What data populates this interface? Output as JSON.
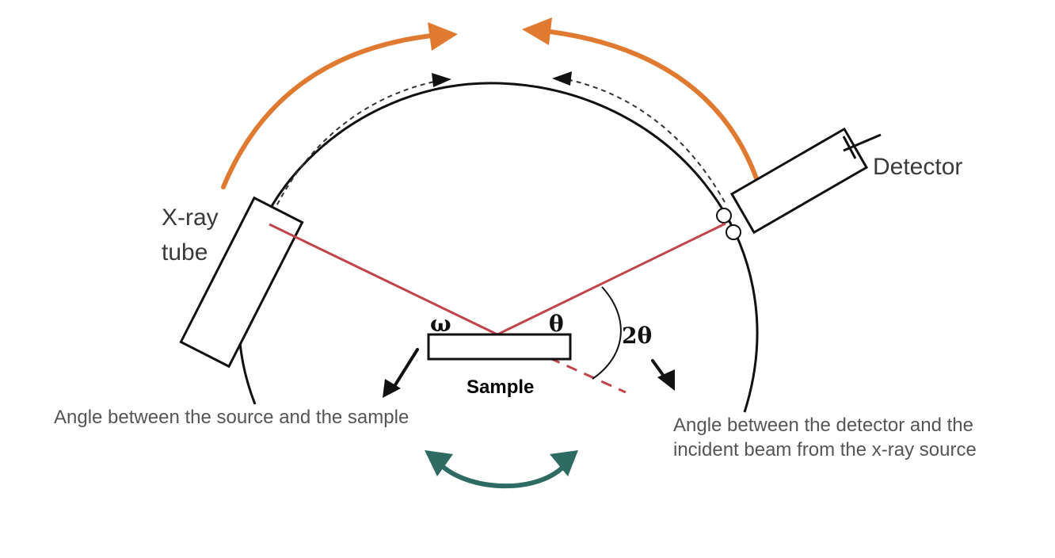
{
  "labels": {
    "xray_tube_line1": "X-ray",
    "xray_tube_line2": "tube",
    "detector": "Detector",
    "omega": "ω",
    "theta": "θ",
    "two_theta": "2θ",
    "sample": "Sample",
    "caption_left": "Angle between the source and the sample",
    "caption_right_line1": "Angle between the detector and the",
    "caption_right_line2": "incident beam from the x-ray source"
  },
  "colors": {
    "beam": "#c0444a",
    "orange_arrow": "#e07a30",
    "teal_arrow": "#2e6b62",
    "outline": "#111111"
  }
}
